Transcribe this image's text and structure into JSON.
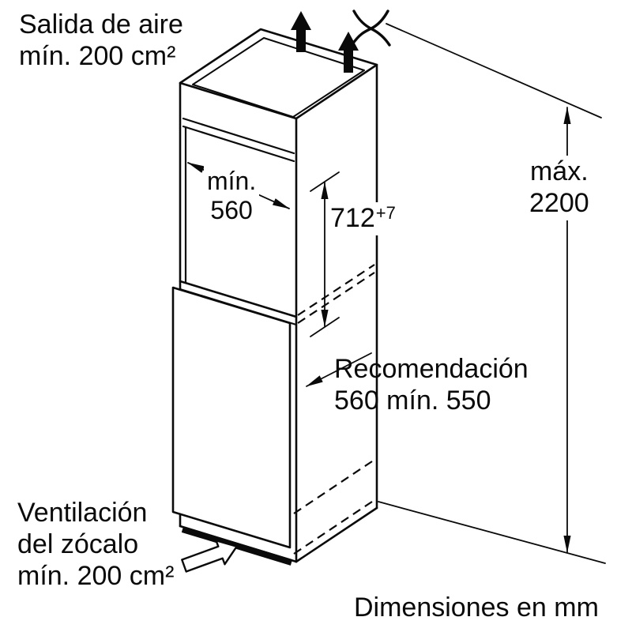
{
  "labels": {
    "air_outlet": {
      "line1": "Salida de aire",
      "line2": "mín. 200 cm²"
    },
    "niche_width": {
      "line1": "mín.",
      "line2": "560"
    },
    "niche_height": {
      "value": "712",
      "tolerance": "+7"
    },
    "max_height": {
      "line1": "máx.",
      "line2": "2200"
    },
    "depth_recommendation": {
      "line1": "Recomendación",
      "line2": "560 mín. 550"
    },
    "plinth_vent": {
      "line1": "Ventilación",
      "line2": "del zócalo",
      "line3": "mín. 200 cm²"
    },
    "units_note": "Dimensiones en mm"
  },
  "style": {
    "line_color": "#0a0a0a",
    "background": "#ffffff"
  }
}
